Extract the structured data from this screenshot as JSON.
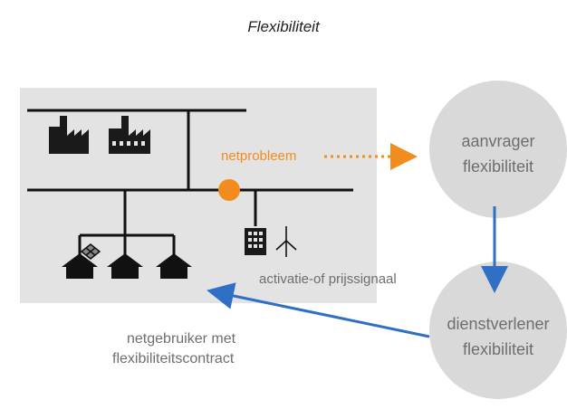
{
  "title": "Flexibiliteit",
  "labels": {
    "netprobleem": "netprobleem",
    "signal": "activatie-of prijssignaal",
    "user_line1": "netgebruiker met",
    "user_line2": "flexibiliteitscontract"
  },
  "nodes": {
    "requester": {
      "line1": "aanvrager",
      "line2": "flexibiliteit"
    },
    "provider": {
      "line1": "dienstverlener",
      "line2": "flexibiliteit"
    }
  },
  "icons": [
    "factory-icon",
    "factory-icon",
    "house-icon",
    "solar-panel-icon",
    "apartment-building-icon",
    "wind-turbine-icon"
  ],
  "colors": {
    "grid_box": "#e3e3e3",
    "circle": "#d9d9d9",
    "accent_orange": "#f28c1c",
    "arrow_blue": "#2f6fc4",
    "line": "#111111",
    "text_gray": "#6e6e6e"
  }
}
